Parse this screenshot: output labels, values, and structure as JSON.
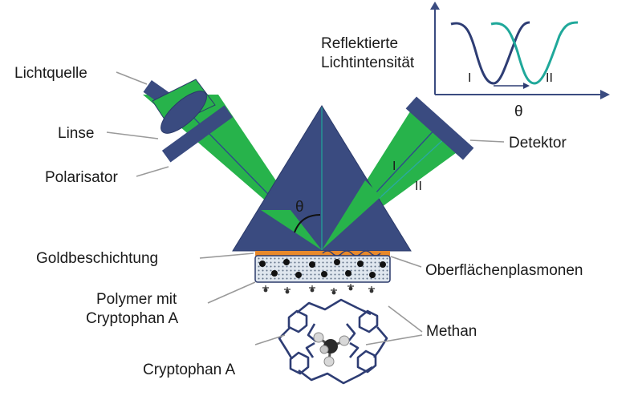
{
  "labels": {
    "light_source": "Lichtquelle",
    "lens": "Linse",
    "polarizer": "Polarisator",
    "detector": "Detektor",
    "gold_coating": "Goldbeschichtung",
    "surface_plasmons": "Oberflächenplasmonen",
    "polymer_line1": "Polymer mit",
    "polymer_line2": "Cryptophan A",
    "methane": "Methan",
    "cryptophane": "Cryptophan A",
    "theta": "θ",
    "beam_1": "I",
    "beam_2": "II"
  },
  "inset": {
    "ylabel_line1": "Reflektierte",
    "ylabel_line2": "Lichtintensität",
    "xlabel": "θ",
    "curve_1": "I",
    "curve_2": "II"
  },
  "colors": {
    "prism": "#3a4b80",
    "beam": "#27b34b",
    "gold": "#e8892b",
    "curve_1": "#2e3d74",
    "curve_2": "#1fa89a",
    "leader": "#9a9a9a"
  }
}
